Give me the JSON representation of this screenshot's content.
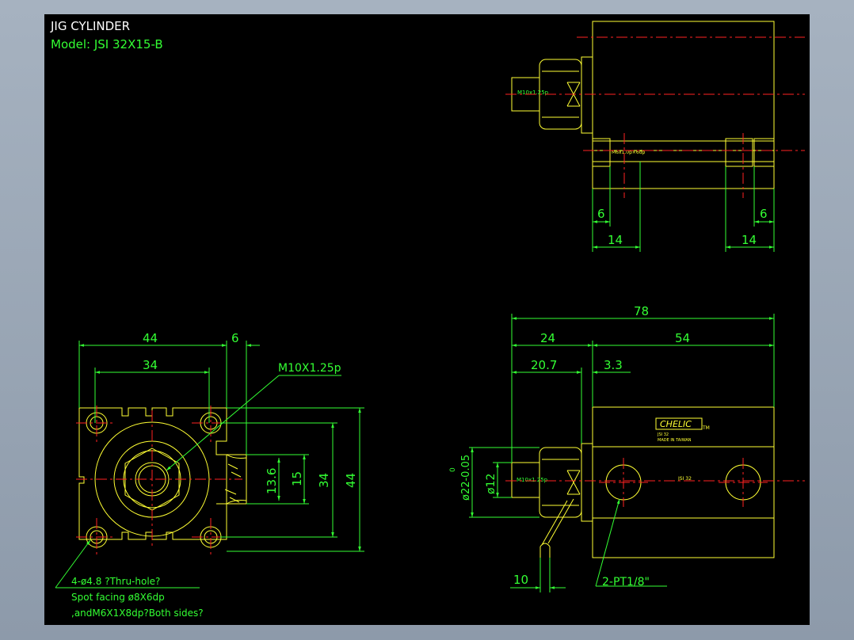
{
  "drawing": {
    "title": "JIG CYLINDER",
    "model": "Model: JSI 32X15-B"
  },
  "top_view": {
    "port_label": "M10x1.25p",
    "bolt_label": "M6x1.0p×6dp",
    "dim_left_6": "6",
    "dim_right_6": "6",
    "dim_left_14": "14",
    "dim_right_14": "14"
  },
  "front_view": {
    "dim_44": "44",
    "dim_6": "6",
    "dim_34": "34",
    "thread_label": "M10X1.25p",
    "dim_13_6": "13.6",
    "dim_15": "15",
    "dim_34_v": "34",
    "dim_44_v": "44",
    "note_line1": "4-ø4.8 ?Thru-hole?",
    "note_line2": "Spot facing ø8X6dp",
    "note_line3": ",andM6X1X8dp?Both sides?"
  },
  "side_view": {
    "dim_78": "78",
    "dim_24": "24",
    "dim_54": "54",
    "dim_20_7": "20.7",
    "dim_3_3": "3.3",
    "dim_phi12": "ø12",
    "dim_phi22": "ø22-0.05",
    "tol_upper": "0",
    "dim_10": "10",
    "port_note": "2-PT1/8\"",
    "rod_label": "M10x1.25p",
    "brand": "CHELIC",
    "model_small": "JSI 32",
    "plate_line1": "JSI 32",
    "plate_line2": "MADE IN TAIWAN"
  }
}
